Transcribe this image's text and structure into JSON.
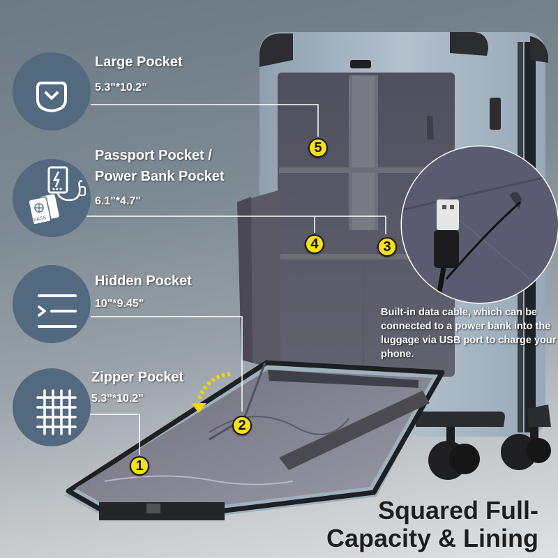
{
  "features": [
    {
      "id": "large-pocket",
      "title": "Large Pocket",
      "dimensions": "5.3\"*10.2\"",
      "icon": "pocket-icon",
      "callout": "5"
    },
    {
      "id": "passport-pocket",
      "title_line1": "Passport Pocket /",
      "title_line2": "Power Bank Pocket",
      "dimensions": "6.1\"*4.7\"",
      "icon": "passport-powerbank-icon",
      "callouts": [
        "4",
        "3"
      ]
    },
    {
      "id": "hidden-pocket",
      "title": "Hidden Pocket",
      "dimensions": "10\"*9.45\"",
      "icon": "hidden-list-icon",
      "callout": "2"
    },
    {
      "id": "zipper-pocket",
      "title": "Zipper Pocket",
      "dimensions": "5.3\"*10.2\"",
      "icon": "mesh-grid-icon",
      "callout": "1"
    }
  ],
  "callouts": [
    "1",
    "2",
    "3",
    "4",
    "5"
  ],
  "cable_note": "Built-in data cable, which can be connected to a power bank into the luggage via USB port to charge your phone.",
  "headline": {
    "line1": "Squared Full-",
    "line2": "Capacity & Lining"
  },
  "colors": {
    "icon_circle": "#53697f",
    "badge_yellow": "#f5e01a",
    "shell_blue": "#a9b8c6",
    "lining": "#5d5d6e",
    "headline": "#1e1e1e"
  },
  "icon_pass_text": "PASS"
}
